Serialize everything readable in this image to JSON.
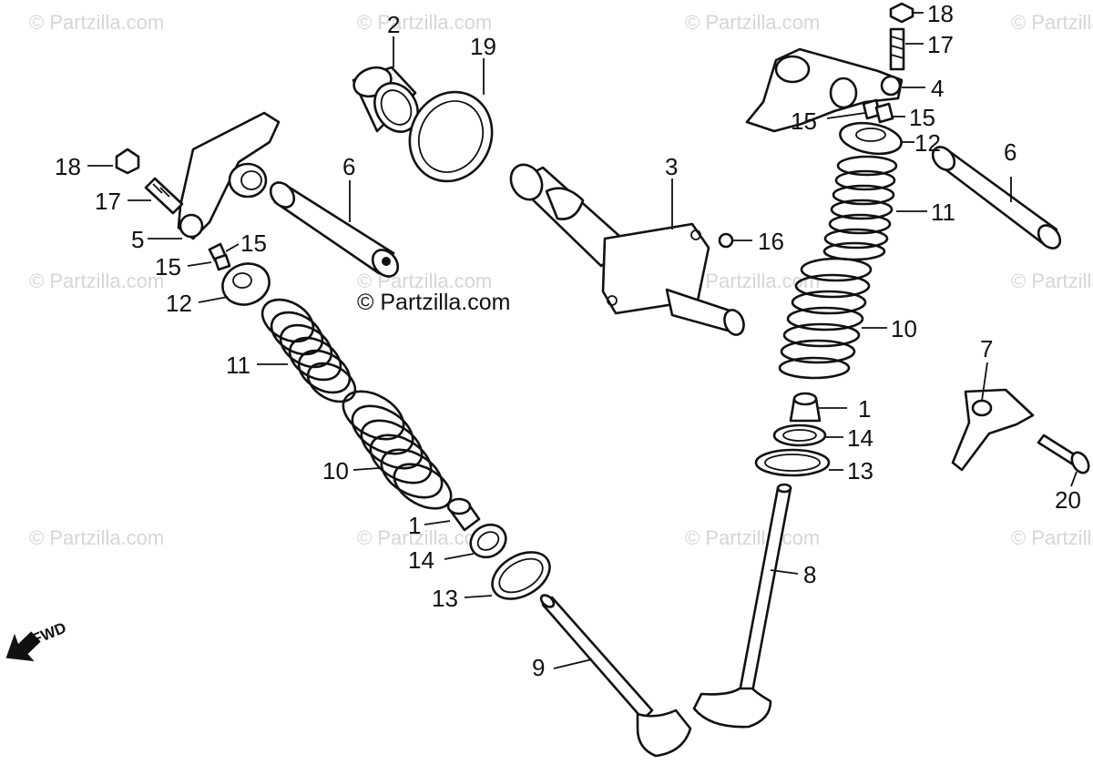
{
  "watermarks": [
    "© Partzilla.com",
    "© Partzilla.com",
    "© Partzilla.com",
    "© Partzilla.com",
    "© Partzilla.com",
    "© Partzilla.com",
    "© Partzilla.com",
    "© Partzilla.com",
    "© Partzilla.com",
    "© Partzilla.com",
    "© Partzilla.com",
    "© Partzilla.com"
  ],
  "credit": "© Partzilla.com",
  "direction_label": "FWD",
  "callouts": [
    "18",
    "17",
    "5",
    "15",
    "15",
    "12",
    "11",
    "10",
    "1",
    "14",
    "13",
    "9",
    "2",
    "19",
    "6",
    "3",
    "16",
    "18",
    "17",
    "4",
    "15",
    "15",
    "12",
    "11",
    "10",
    "1",
    "14",
    "13",
    "8",
    "6",
    "7",
    "20"
  ]
}
